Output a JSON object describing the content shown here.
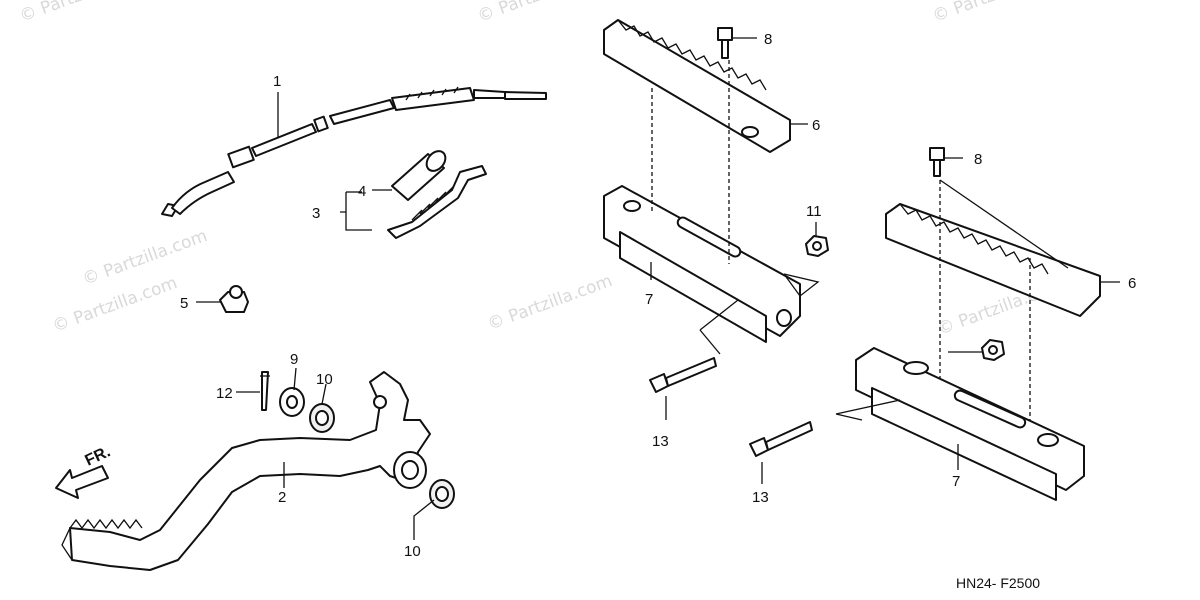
{
  "watermarks": [
    "© Partzilla.com",
    "© Partzilla.com",
    "© Partzilla.com",
    "© Partzilla.com",
    "© Partzilla.com",
    "© Partzilla.com",
    "© Partzilla.com"
  ],
  "callouts": {
    "c1": "1",
    "c2": "2",
    "c3": "3",
    "c4": "4",
    "c5": "5",
    "c6a": "6",
    "c6b": "6",
    "c7a": "7",
    "c7b": "7",
    "c8a": "8",
    "c8b": "8",
    "c9": "9",
    "c10a": "10",
    "c10b": "10",
    "c11": "11",
    "c12": "12",
    "c13a": "13",
    "c13b": "13"
  },
  "direction_label": "FR.",
  "diagram_code": "HN24- F2500"
}
